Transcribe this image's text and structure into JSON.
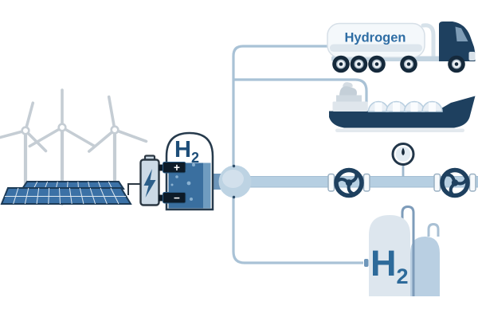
{
  "diagram": {
    "truck_label": "Hydrogen",
    "electrolyzer_label": {
      "symbol": "H",
      "subscript": "2"
    },
    "storage_label": {
      "symbol": "H",
      "subscript": "2"
    },
    "electrode_positive_sign": "+",
    "electrode_negative_sign": "−"
  },
  "palette": {
    "navy": "#1e405f",
    "tire": "#15293b",
    "electrode": "#0d1b28",
    "liquid": "#3a6f9f",
    "liquid_highlight": "#6f9cc0",
    "bubble": "#8ab1d1",
    "pipe": "#b6cfe2",
    "pipe_thin": "#a9c2d6",
    "junction_ball": "#bdd3e3",
    "junction_highlight": "#d2e0ec",
    "stub": "#6e96ba",
    "truck_text": "#2e6da4",
    "h2_dark": "#1d4e79",
    "h2_storage": "#2d6a9a",
    "tank_front": "#dde6ee",
    "tank_back": "#b9cfe2",
    "superstructure": "#cfd8e0",
    "turbine": "#c5cdd4",
    "solar": "#3b71a6",
    "solar_edge": "#1c3a55",
    "battery": "#ccdae6",
    "outline": "#2b3742",
    "flange": "#f7fafc",
    "chassis": "#c3d4e1",
    "windshield": "#7e9cb6",
    "tank_white": "#f4f8fb"
  }
}
